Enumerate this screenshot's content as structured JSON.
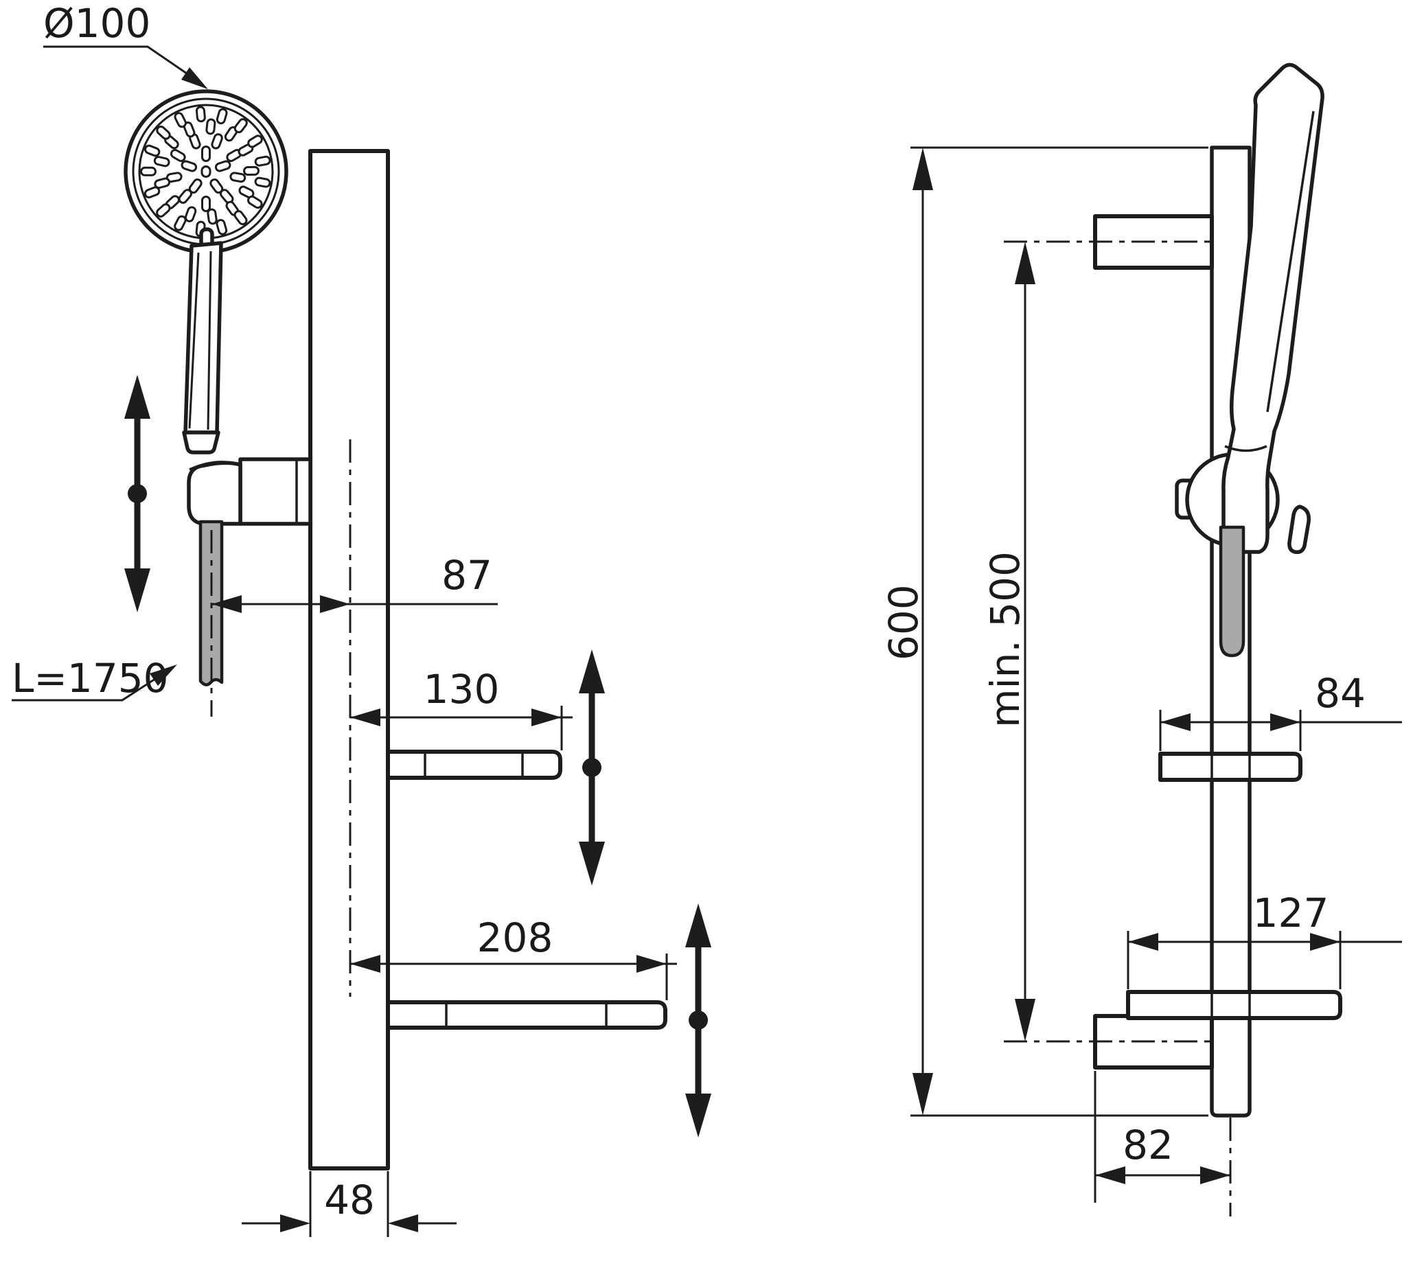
{
  "drawing_type": "technical-dimension-drawing",
  "subject": "shower slide rail set with hand shower, hose and shelves (front and side view)",
  "colors": {
    "line": "#1d1d1d",
    "hose_fill": "#a9a9a9",
    "background": "#ffffff"
  },
  "front_view": {
    "labels": {
      "head_diameter": "Ø100",
      "hose_length": "L=1750",
      "hose_to_rail_center": "87",
      "upper_shelf_width": "130",
      "lower_shelf_width": "208",
      "rail_width": "48"
    }
  },
  "side_view": {
    "labels": {
      "rail_length": "600",
      "bracket_distance": "min. 500",
      "upper_shelf_depth": "84",
      "lower_shelf_depth": "127",
      "wall_to_rail_center": "82"
    }
  }
}
